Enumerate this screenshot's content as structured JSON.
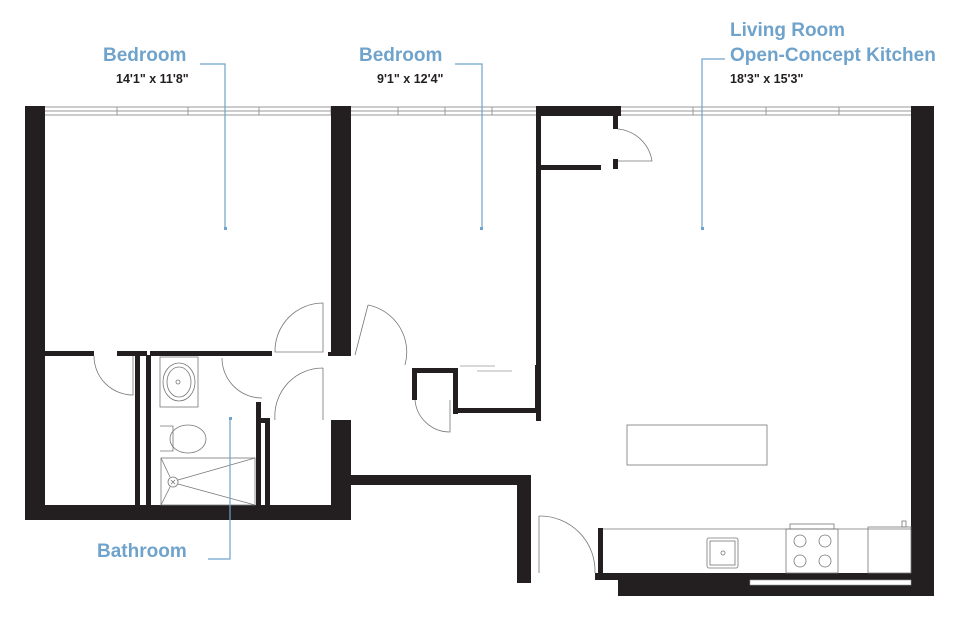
{
  "floorplan": {
    "label_color": "#6fa3cc",
    "wall_color": "#231f20",
    "rooms": [
      {
        "name": "Bedroom",
        "dimensions": "14'1\" x 11'8\""
      },
      {
        "name": "Bedroom",
        "dimensions": "9'1\" x 12'4\""
      },
      {
        "name_line1": "Living Room",
        "name_line2": "Open-Concept Kitchen",
        "dimensions": "18'3\" x 15'3\""
      },
      {
        "name": "Bathroom"
      }
    ]
  }
}
